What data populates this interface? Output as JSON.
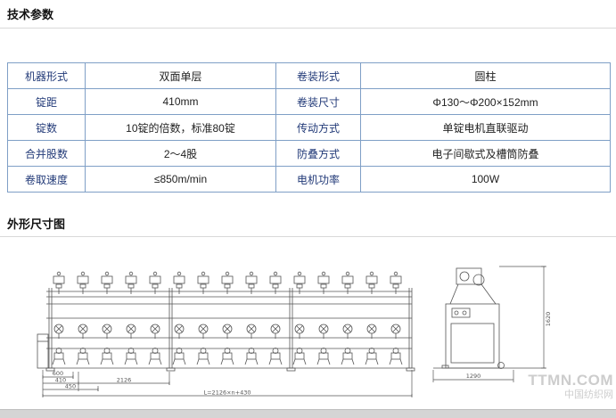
{
  "sections": {
    "tech_params_title": "技术参数",
    "dimensions_title": "外形尺寸图"
  },
  "table": {
    "rows": [
      {
        "label1": "机器形式",
        "value1": "双面单层",
        "label2": "卷装形式",
        "value2": "圆柱"
      },
      {
        "label1": "锭距",
        "value1": "410mm",
        "label2": "卷装尺寸",
        "value2": "Φ130～Φ200×152mm"
      },
      {
        "label1": "锭数",
        "value1": "10锭的倍数，标准80锭",
        "label2": "传动方式",
        "value2": "单锭电机直联驱动"
      },
      {
        "label1": "合并股数",
        "value1": "2～4股",
        "label2": "防叠方式",
        "value2": "电子间歇式及槽筒防叠"
      },
      {
        "label1": "卷取速度",
        "value1": "≤850m/min",
        "label2": "电机功率",
        "value2": "100W"
      }
    ]
  },
  "diagram": {
    "dims": {
      "d600": "600",
      "d410": "410",
      "d450": "450",
      "d2126": "2126",
      "overall_length": "L=2126×n+430",
      "side_width": "1290",
      "side_height": "1620"
    }
  },
  "watermark": {
    "line1": "TTMN.COM",
    "line2": "中国纺织网"
  }
}
